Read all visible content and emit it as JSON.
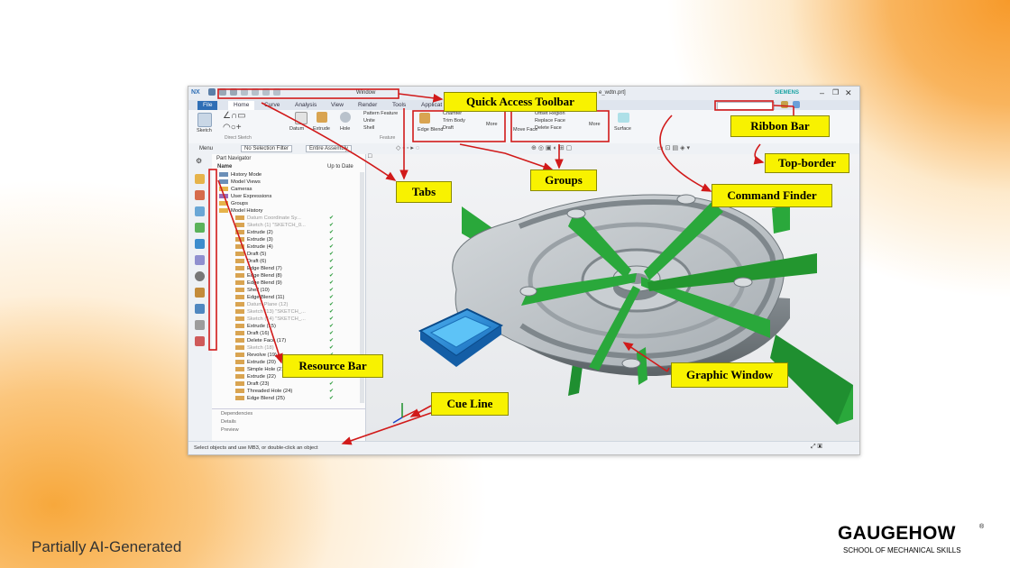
{
  "app": {
    "title_left": "NX",
    "window_menu": "Window",
    "title_file": "e_wdtn.prt]",
    "brand": "SIEMENS"
  },
  "tabs": [
    "File",
    "Home",
    "Curve",
    "Analysis",
    "View",
    "Render",
    "Tools",
    "Applicat"
  ],
  "ribbon": {
    "sketch_label": "Sketch",
    "group_direct_sketch": "Direct Sketch",
    "datum_label": "Datum",
    "extrude_label": "Extrude",
    "hole_label": "Hole",
    "pattern_feature": "Pattern Feature",
    "unite": "Unite",
    "shell": "Shell",
    "feature_group": "Feature",
    "edge_blend": "Edge Blend",
    "chamfer": "Chamfer",
    "trim_body": "Trim Body",
    "draft": "Draft",
    "more": "More",
    "offset_region": "Offset Region",
    "replace_face": "Replace Face",
    "delete_face": "Delete Face",
    "move_face": "Move Face",
    "surface": "Surface"
  },
  "filterbar": {
    "menu": "Menu",
    "filter": "No Selection Filter",
    "assembly": "Entire Assembly"
  },
  "nav": {
    "title": "Part Navigator",
    "col_name": "Name",
    "col_uptodate": "Up to Date",
    "items": [
      "History Mode",
      "Model Views",
      "Cameras",
      "User Expressions",
      "Groups",
      "Model History",
      "Datum Coordinate Sy...",
      "Sketch (1) \"SKETCH_0...",
      "Extrude (2)",
      "Extrude (3)",
      "Extrude (4)",
      "Draft (5)",
      "Draft (6)",
      "Edge Blend (7)",
      "Edge Blend (8)",
      "Edge Blend (9)",
      "Shell (10)",
      "Edge Blend (11)",
      "Datum Plane (12)",
      "Sketch (13) \"SKETCH_...",
      "Sketch (14) \"SKETCH_...",
      "Extrude (15)",
      "Draft (16)",
      "Delete Face (17)",
      "Sketch (18)",
      "Revolve (19)",
      "Extrude (20)",
      "Simple Hole (21)",
      "Extrude (22)",
      "Draft (23)",
      "Threaded Hole (24)",
      "Edge Blend (25)"
    ],
    "dependencies": "Dependencies",
    "details": "Details",
    "preview": "Preview"
  },
  "status": {
    "prompt": "Select objects and use MB3, or double-click an object"
  },
  "callouts": {
    "quick_access": "Quick Access Toolbar",
    "ribbon_bar": "Ribbon Bar",
    "top_border": "Top-border",
    "command_finder": "Command Finder",
    "tabs": "Tabs",
    "groups": "Groups",
    "resource_bar": "Resource Bar",
    "graphic_window": "Graphic Window",
    "cue_line": "Cue Line"
  },
  "footer": {
    "disclaimer": "Partially AI-Generated",
    "logo": "GAUGEHOW",
    "logo_reg": "®",
    "logo_sub": "SCHOOL OF MECHANICAL SKILLS"
  },
  "colors": {
    "callout_fill": "#f8f200",
    "arrow": "#d11a1a",
    "part_gray": "#b9bfc4",
    "rib_green": "#28a83a",
    "cavity_blue": "#1f83d6",
    "orange_glow": "#f79a2a"
  }
}
